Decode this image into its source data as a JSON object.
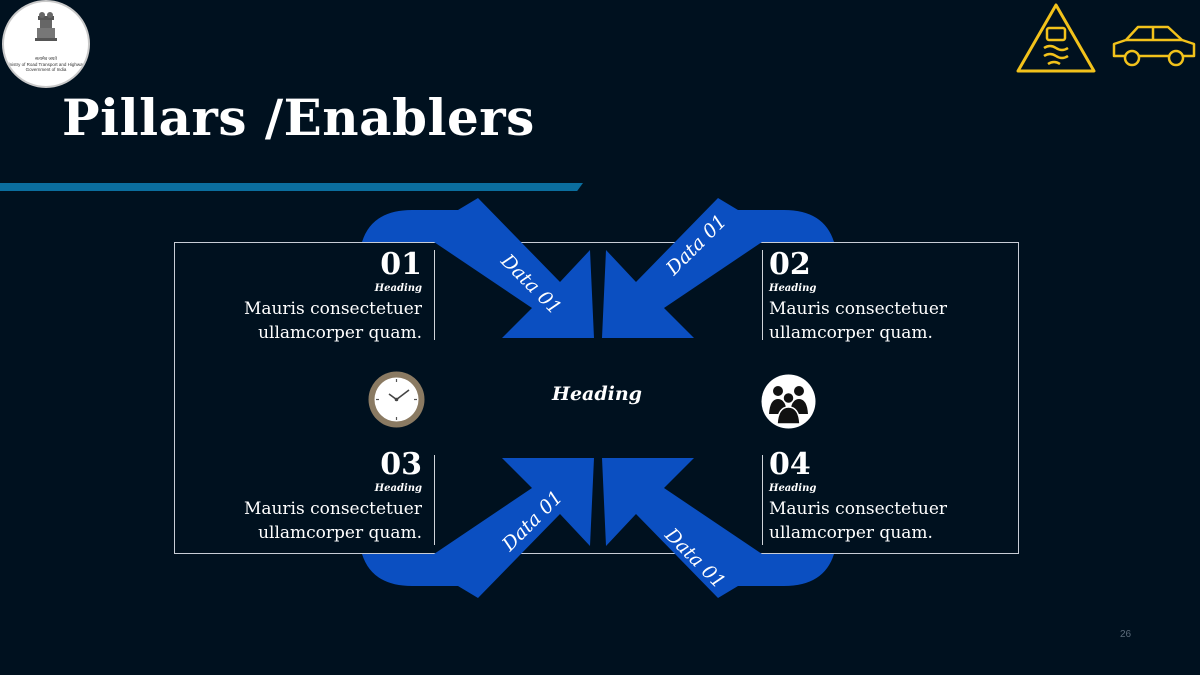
{
  "header": {
    "logo_text_lines": [
      "सत्यमेव जयते",
      "Ministry of Road Transport and Highways",
      "Government of India"
    ],
    "title": "Pillars /Enablers",
    "icons": [
      "road-warning-icon",
      "car-icon"
    ]
  },
  "diagram": {
    "center_heading": "Heading",
    "arrows": [
      {
        "label": "Data 01"
      },
      {
        "label": "Data 01"
      },
      {
        "label": "Data 01"
      },
      {
        "label": "Data 01"
      }
    ],
    "blocks": [
      {
        "number": "01",
        "heading": "Heading",
        "line1": "Mauris consectetuer",
        "line2": "ullamcorper quam."
      },
      {
        "number": "02",
        "heading": "Heading",
        "line1": "Mauris consectetuer",
        "line2": "ullamcorper quam."
      },
      {
        "number": "03",
        "heading": "Heading",
        "line1": "Mauris consectetuer",
        "line2": "ullamcorper quam."
      },
      {
        "number": "04",
        "heading": "Heading",
        "line1": "Mauris consectetuer",
        "line2": "ullamcorper quam."
      }
    ],
    "icons": [
      "clock-icon",
      "people-group-icon"
    ]
  },
  "footer": {
    "page_number": "26"
  },
  "colors": {
    "background": "#00111f",
    "arrow": "#0b4fc1",
    "accent_rule": "#0b6e9e",
    "icon_yellow": "#f2c21b"
  }
}
